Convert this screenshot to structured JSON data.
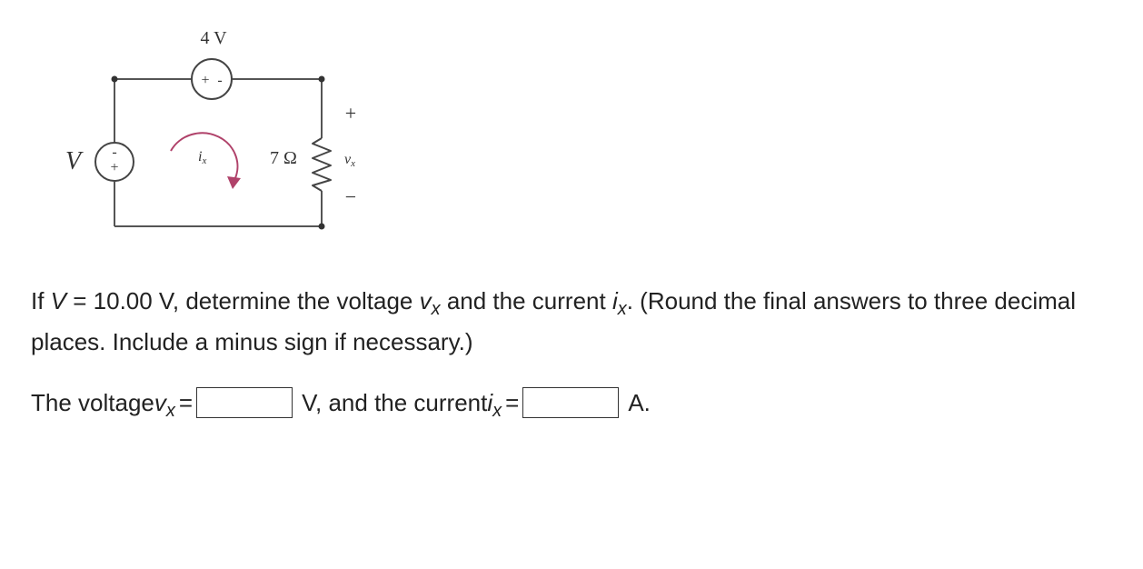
{
  "diagram": {
    "source_label": "4 V",
    "left_source_label": "V",
    "resistor_label": "7 Ω",
    "current_label": "i",
    "current_sub": "x",
    "voltage_label": "v",
    "voltage_sub": "x",
    "plus_sign": "+",
    "minus_sign": "−",
    "source_polarity_plus": "+",
    "source_polarity_minus": "-"
  },
  "question": {
    "p1": "If ",
    "v_var": "V",
    "p2": " = 10.00 V, determine the voltage ",
    "vx_var": "v",
    "vx_sub": "x",
    "p3": " and the current ",
    "ix_var": "i",
    "ix_sub": "x",
    "p4": ". (Round the final answers to three decimal places. Include a minus sign if necessary.)"
  },
  "answer": {
    "prefix": "The voltage ",
    "vx_var": "v",
    "vx_sub": "x",
    "eq": "=",
    "mid": "V, and the current ",
    "ix_var": "i",
    "ix_sub": "x",
    "eq2": "=",
    "suffix": "A.",
    "vx_value": "",
    "ix_value": ""
  }
}
